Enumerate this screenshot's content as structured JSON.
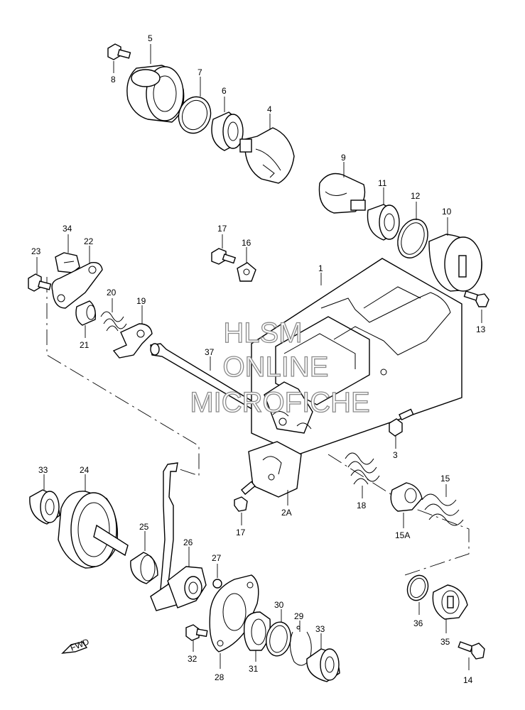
{
  "watermark": {
    "line1": "HLSM",
    "line2": "ONLINE",
    "line3": "MICROFICHE"
  },
  "fwd": "FWD",
  "labels": {
    "p1": "1",
    "p2A": "2A",
    "p3": "3",
    "p4": "4",
    "p5": "5",
    "p6": "6",
    "p7": "7",
    "p8": "8",
    "p9": "9",
    "p10": "10",
    "p11": "11",
    "p12": "12",
    "p13": "13",
    "p14": "14",
    "p15": "15",
    "p15A": "15A",
    "p16": "16",
    "p17a": "17",
    "p17b": "17",
    "p18": "18",
    "p19": "19",
    "p20": "20",
    "p21": "21",
    "p22": "22",
    "p23": "23",
    "p24": "24",
    "p25": "25",
    "p26": "26",
    "p27": "27",
    "p28": "28",
    "p29": "29",
    "p30": "30",
    "p31": "31",
    "p32": "32",
    "p33a": "33",
    "p33b": "33",
    "p34": "34",
    "p35": "35",
    "p36": "36",
    "p37": "37"
  }
}
